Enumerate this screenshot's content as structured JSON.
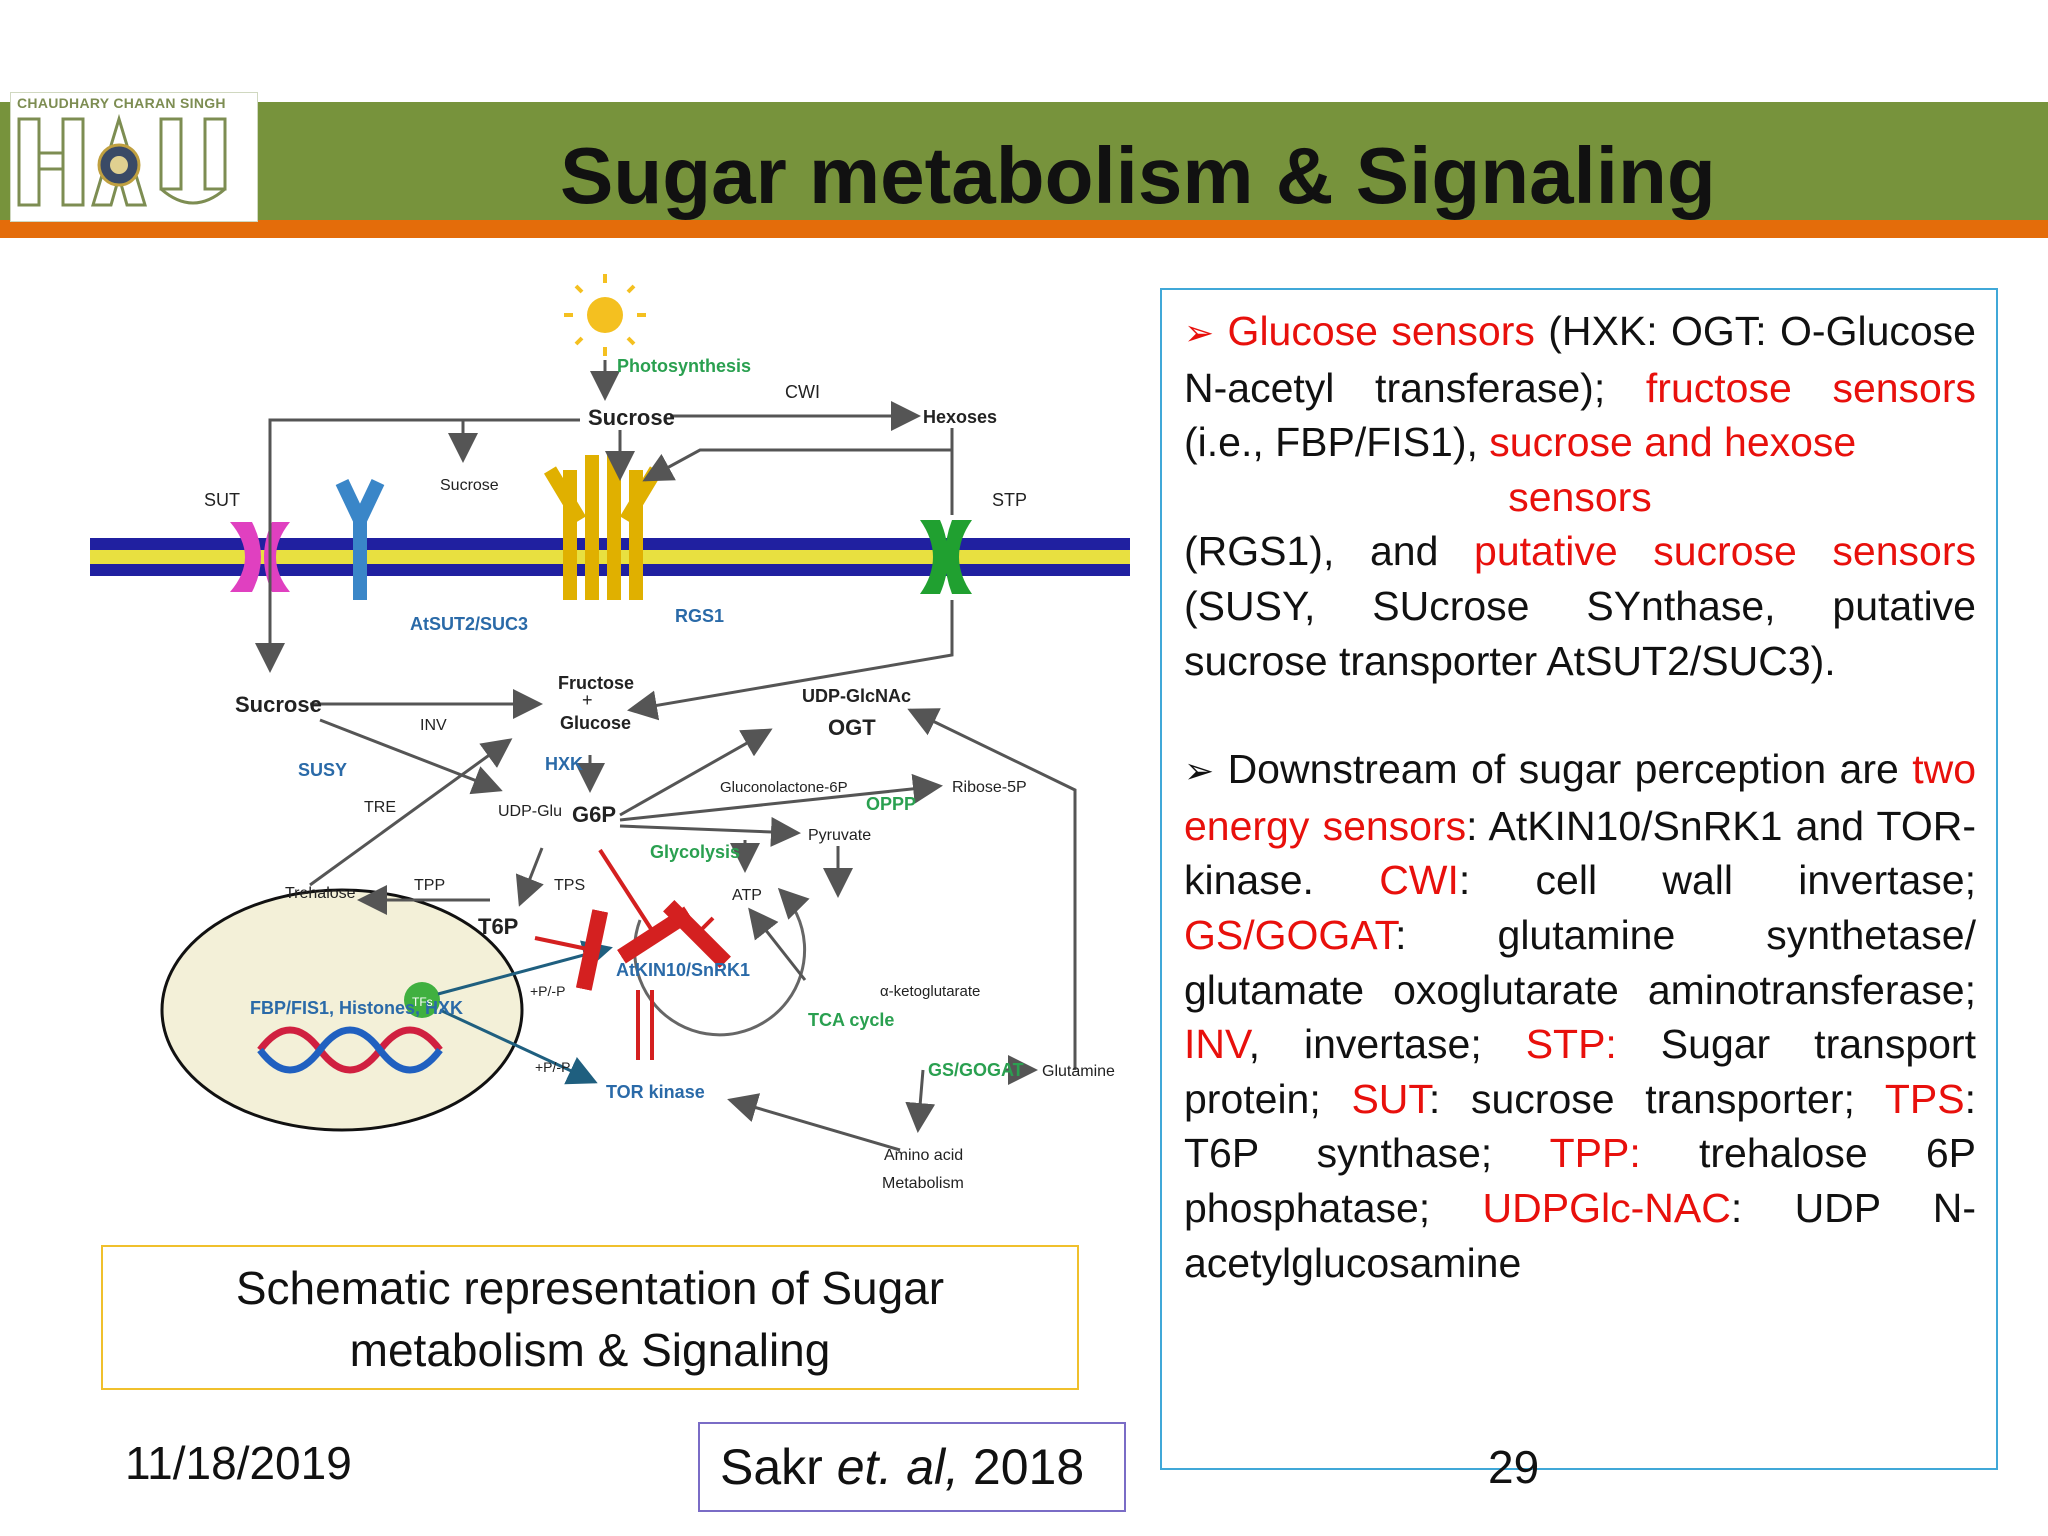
{
  "header": {
    "title": "Sugar metabolism & Signaling",
    "logo_caption": "CHAUDHARY CHARAN SINGH",
    "logo_letters": "HAU",
    "colors": {
      "bar": "#77933c",
      "stripe": "#e46c0a"
    }
  },
  "diagram": {
    "labels": {
      "photosynthesis": "Photosynthesis",
      "cwi": "CWI",
      "sucrose_top": "Sucrose",
      "hexoses": "Hexoses",
      "sut": "SUT",
      "stp": "STP",
      "sucrose_small": "Sucrose",
      "atsut2": "AtSUT2/SUC3",
      "rgs1": "RGS1",
      "fructose": "Fructose",
      "plus": "+",
      "glucose": "Glucose",
      "hxk": "HXK",
      "sucrose_left": "Sucrose",
      "inv": "INV",
      "susy": "SUSY",
      "tre": "TRE",
      "udp_glu": "UDP-Glu",
      "g6p": "G6P",
      "udp_glcnac": "UDP-GlcNAc",
      "ogt": "OGT",
      "gluconolactone": "Gluconolactone-6P",
      "oppp": "OPPP",
      "ribose": "Ribose-5P",
      "glycolysis": "Glycolysis",
      "pyruvate": "Pyruvate",
      "trehalose": "Trehalose",
      "tpp": "TPP",
      "tps": "TPS",
      "t6p": "T6P",
      "atp": "ATP",
      "atkin10": "AtKIN10/SnRK1",
      "ketoglutarate": "α-ketoglutarate",
      "tca": "TCA cycle",
      "fbp_fis1": "FBP/FIS1, Histones, HXK",
      "pp1": "+P/-P",
      "pp2": "+P/-P",
      "tfs": "TFs",
      "tor_kinase": "TOR kinase",
      "gs_gogat": "GS/GOGAT",
      "glutamine": "Glutamine",
      "amino_acid": "Amino acid",
      "metabolism": "Metabolism"
    }
  },
  "caption": {
    "line1": "Schematic representation of Sugar",
    "line2": "metabolism & Signaling"
  },
  "info": {
    "p1": {
      "bullet": "➢",
      "glucose_sensors": "Glucose sensors",
      "t1": " (HXK: OGT: O-Glucose N-acetyl transferase); ",
      "fructose_sensors": "fructose sensors",
      "t2": " (i.e., FBP/FIS1), ",
      "sucrose_hexose": "sucrose and hexose",
      "sensors_word": "sensors",
      "t3": "(RGS1), and ",
      "putative": "putative sucrose sensors",
      "t4": " (SUSY, SUcrose SYnthase, putative sucrose transporter AtSUT2/SUC3)."
    },
    "p2": {
      "bullet": "➢",
      "t1": " Downstream of sugar perception are ",
      "two_energy": "two energy sensors",
      "t2": ": AtKIN10/SnRK1 and TOR-kinase. ",
      "cwi": "CWI",
      "t3": ": cell wall invertase; ",
      "gs": "GS/GOGAT",
      "t4": ": glutamine synthetase/ glutamate oxoglutarate aminotransferase; ",
      "inv": "INV",
      "t5": ", invertase; ",
      "stp": "STP:",
      "t6": " Sugar transport protein; ",
      "sut": "SUT",
      "t7": ": sucrose transporter; ",
      "tps": "TPS",
      "t8": ": T6P synthase; ",
      "tpp": "TPP:",
      "t9": " trehalose 6P phosphatase; ",
      "udp": "UDPGlc-NAC",
      "t10": ": UDP N-acetylglucosamine"
    }
  },
  "footer": {
    "date": "11/18/2019",
    "citation_author": "Sakr",
    "citation_etal": "et. al,",
    "citation_year": "2018",
    "page": "29"
  }
}
